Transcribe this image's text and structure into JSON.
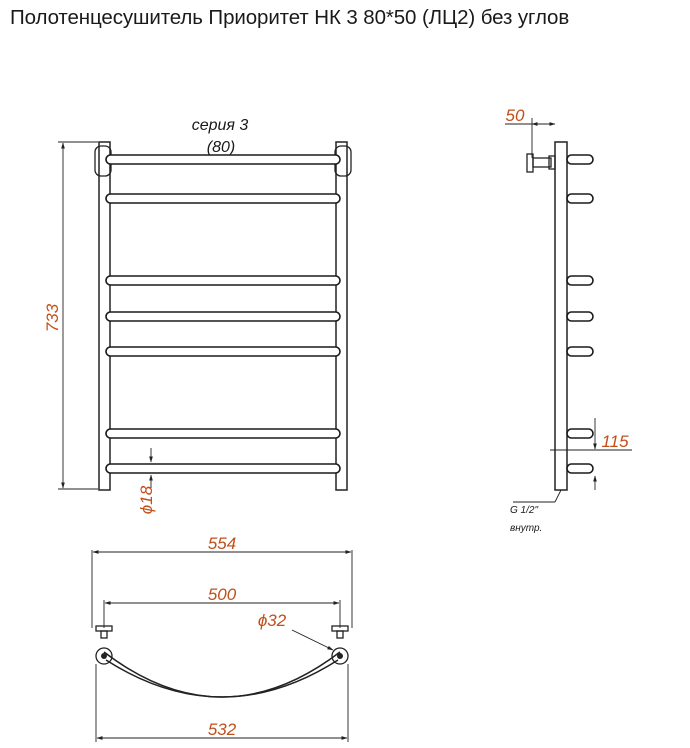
{
  "title": "Полотенцесушитель Приоритет НК 3 80*50 (ЛЦ2) без углов",
  "front_view": {
    "series_label": "серия 3",
    "series_value": "(80)",
    "height_dim": "733",
    "tube_dim": "ϕ18"
  },
  "side_view": {
    "offset_dim": "50",
    "depth_dim": "115",
    "thread_label": "G 1/2\"",
    "thread_note": "внутр."
  },
  "top_view": {
    "overall_width_dim": "554",
    "center_distance_dim": "500",
    "pipe_dim": "ϕ32",
    "arc_width_dim": "532"
  },
  "colors": {
    "dimension_text": "#c0501a",
    "line": "#222222"
  }
}
